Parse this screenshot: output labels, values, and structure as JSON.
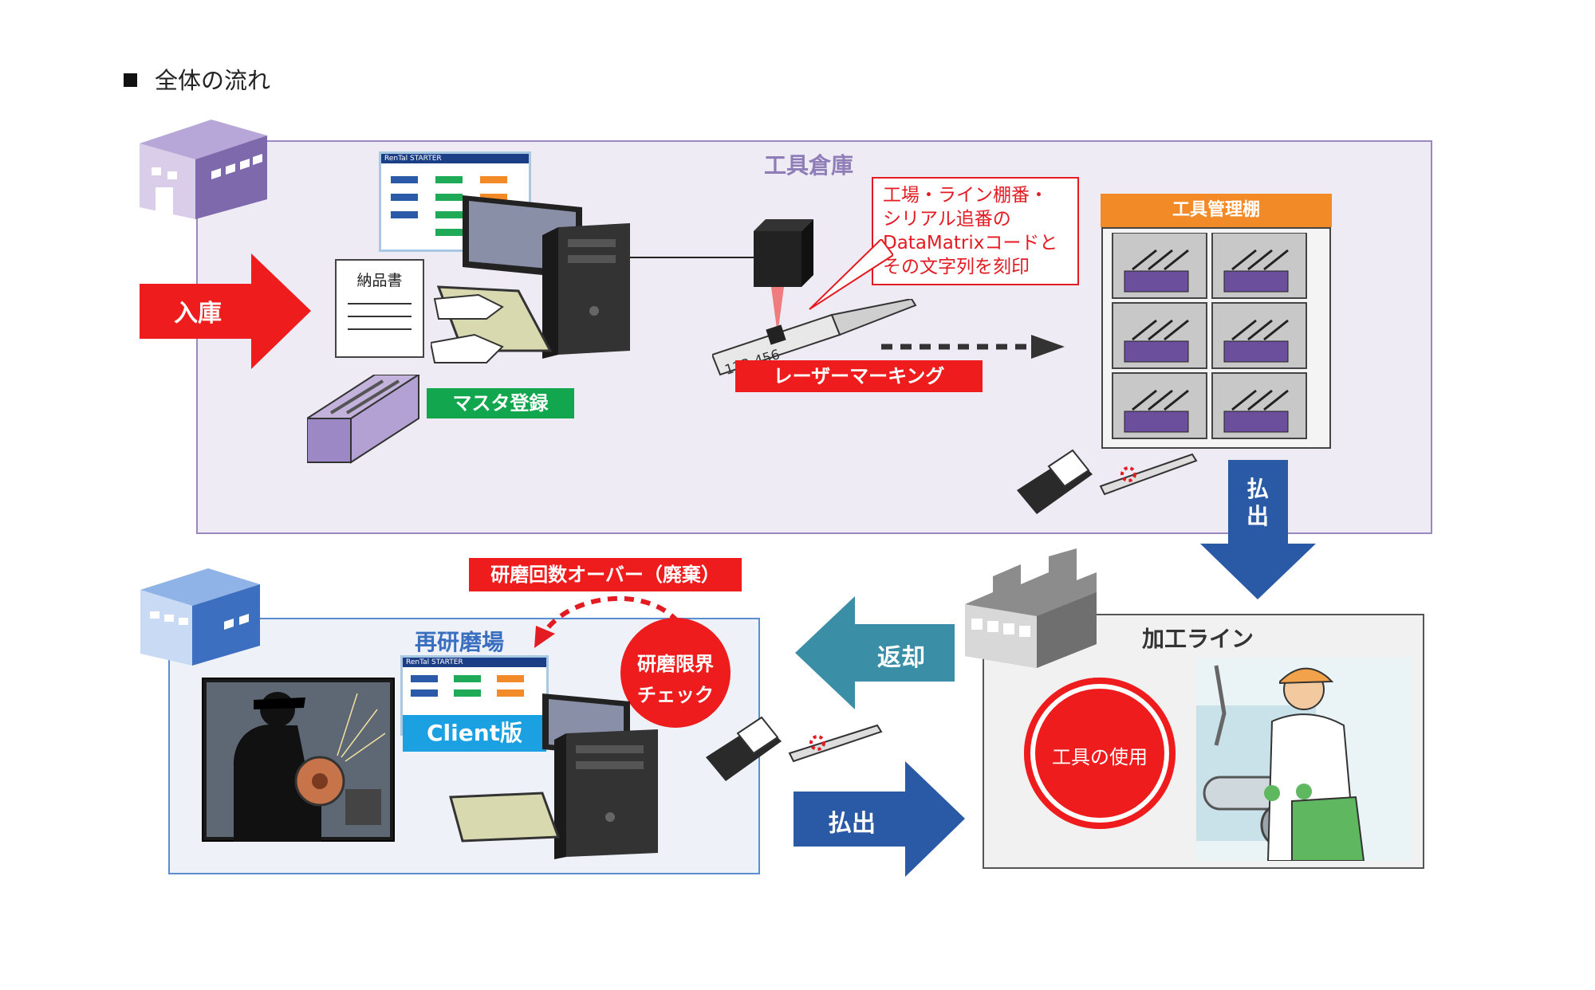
{
  "title": "全体の流れ",
  "warehouse": {
    "label": "工具倉庫",
    "inbound": "入庫",
    "delivery_slip": "納品書",
    "master_registration": "マスタ登録",
    "laser_marking": "レーザーマーキング",
    "callout_lines": [
      "工場・ライン棚番・",
      "シリアル追番の",
      "DataMatrixコードと",
      "その文字列を刻印"
    ],
    "shelf": "工具管理棚",
    "engraving": "123-456",
    "app_name": "RenTal STARTER"
  },
  "issue_down": "払出",
  "regrind": {
    "label": "再研磨場",
    "over_limit": "研磨回数オーバー（廃棄）",
    "limit_check_lines": [
      "研磨限界",
      "チェック"
    ],
    "client": "Client版",
    "app_name": "RenTal STARTER"
  },
  "return": "返却",
  "issue_right": "払出",
  "line": {
    "label": "加工ライン",
    "tool_use": "工具の使用"
  },
  "colors": {
    "warehouse_bg": "#efebf4",
    "warehouse_border": "#9b88be",
    "regrind_bg": "#eef2f8",
    "regrind_border": "#5b8ed0",
    "line_bg": "#f1f1f1",
    "red": "#ee1c1c",
    "green": "#12a74f",
    "blue_arrow": "#2a59a6",
    "teal_arrow": "#3a8ea6",
    "orange": "#f28a28"
  }
}
